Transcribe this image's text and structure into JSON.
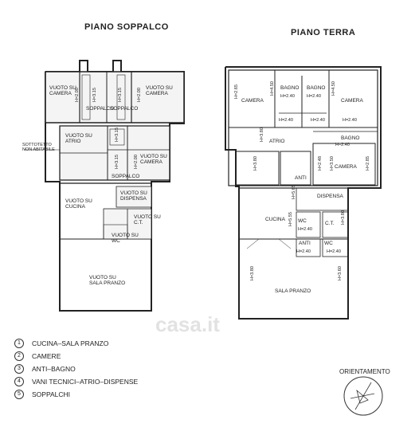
{
  "titles": {
    "left": "PIANO SOPPALCO",
    "right": "PIANO TERRA"
  },
  "left_plan": {
    "rooms": [
      {
        "id": "l1",
        "text": "VUOTO SU\nCAMERA"
      },
      {
        "id": "l2",
        "text": "SOPPALCO"
      },
      {
        "id": "l3",
        "text": "SOPPALCO"
      },
      {
        "id": "l4",
        "text": "VUOTO SU\nCAMERA"
      },
      {
        "id": "l5",
        "text": "VUOTO SU\nATRIO"
      },
      {
        "id": "l6",
        "text": "VUOTO SU\nCAMERA"
      },
      {
        "id": "l7",
        "text": "SOPPALCO"
      },
      {
        "id": "l8",
        "text": "VUOTO SU\nCUCINA"
      },
      {
        "id": "l9",
        "text": "VUOTO SU\nDISPENSA"
      },
      {
        "id": "l10",
        "text": "VUOTO SU\nC.T."
      },
      {
        "id": "l11",
        "text": "VUOTO SU\nWC"
      },
      {
        "id": "l12",
        "text": "VUOTO SU\nSALA PRANZO"
      },
      {
        "id": "l13",
        "text": "SOTTOTETTO\nNON ABITABILE"
      }
    ],
    "heights": [
      "H=2.00",
      "H=3.15",
      "H=3.15",
      "H=2.00",
      "H=3.15",
      "H=2.00",
      "H=3.15"
    ]
  },
  "right_plan": {
    "rooms": [
      {
        "id": "r1",
        "text": "CAMERA"
      },
      {
        "id": "r2",
        "text": "BAGNO"
      },
      {
        "id": "r3",
        "text": "BAGNO"
      },
      {
        "id": "r4",
        "text": "CAMERA"
      },
      {
        "id": "r5",
        "text": "ATRIO"
      },
      {
        "id": "r6",
        "text": "BAGNO"
      },
      {
        "id": "r7",
        "text": "CAMERA"
      },
      {
        "id": "r8",
        "text": "ANTI"
      },
      {
        "id": "r9",
        "text": "CUCINA"
      },
      {
        "id": "r10",
        "text": "DISPENSA"
      },
      {
        "id": "r11",
        "text": "WC"
      },
      {
        "id": "r12",
        "text": "C.T."
      },
      {
        "id": "r13",
        "text": "ANTI"
      },
      {
        "id": "r14",
        "text": "WC"
      },
      {
        "id": "r15",
        "text": "SALA PRANZO"
      }
    ],
    "heights": [
      "H=2.65",
      "H=4.50",
      "H=2.40",
      "H=2.40",
      "H=4.50",
      "H=2.40",
      "H=2.40",
      "H=2.40",
      "H=2.40",
      "H=3.80",
      "H=3.80",
      "H=2.48",
      "H=3.50",
      "H=2.85",
      "H=5.65",
      "H=5.55",
      "H=2.40",
      "H=3.80",
      "H=2.40",
      "H=2.40",
      "H=3.80",
      "H=3.60"
    ]
  },
  "legend": [
    {
      "num": "1",
      "text": "CUCINA–SALA PRANZO"
    },
    {
      "num": "2",
      "text": "CAMERE"
    },
    {
      "num": "3",
      "text": "ANTI–BAGNO"
    },
    {
      "num": "4",
      "text": "VANI TECNICI–ATRIO–DISPENSE"
    },
    {
      "num": "5",
      "text": "SOPPALCHI"
    }
  ],
  "orientation_label": "ORIENTAMENTO",
  "watermark": "casa.it"
}
